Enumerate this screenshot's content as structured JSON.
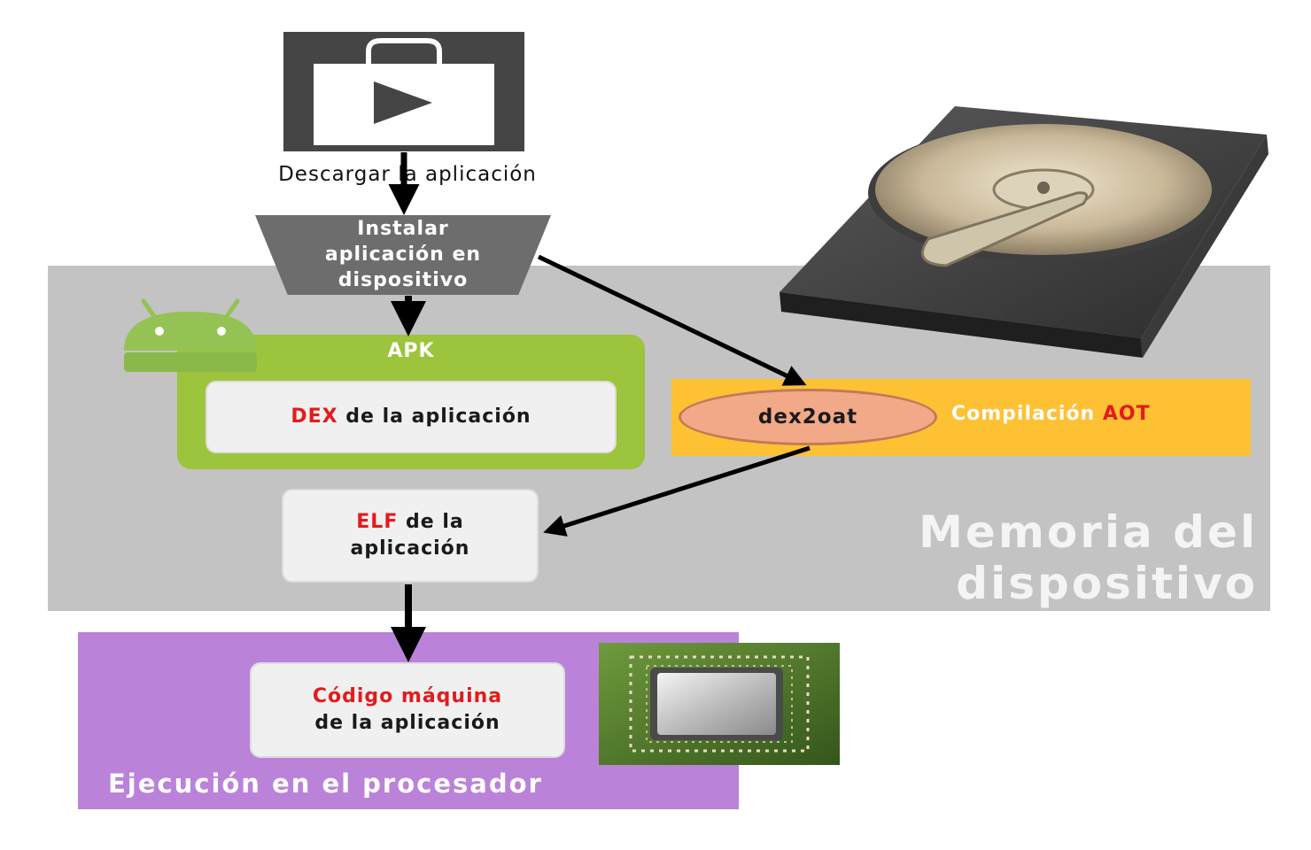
{
  "title": "",
  "nodes": {
    "download": {
      "label": "Descargar la aplicación"
    },
    "install": {
      "lines": [
        "Instalar",
        "aplicación en",
        "dispositivo"
      ]
    },
    "apk": {
      "title": "APK"
    },
    "dex": {
      "highlight": "DEX",
      "rest": " de la aplicación"
    },
    "dex2oat": {
      "label": "dex2oat"
    },
    "aot": {
      "text": "Compilación ",
      "highlight": "AOT"
    },
    "elf": {
      "highlight": "ELF",
      "rest_line1": " de la",
      "line2": "aplicación"
    },
    "code": {
      "highlight": "Código máquina",
      "line2": "de la aplicación"
    }
  },
  "regions": {
    "memory": {
      "lines": [
        "Memoria del",
        "dispositivo"
      ]
    },
    "cpu": {
      "label": "Ejecución en el procesador"
    }
  },
  "icons": [
    "play-store-icon",
    "android-icon",
    "hard-drive-icon",
    "processor-chip-icon"
  ],
  "colors": {
    "memory": "#c3c3c3",
    "apk": "#9cc43c",
    "aot": "#ffc134",
    "dex2oat": "#f2a988",
    "cpu": "#bb82d9",
    "highlight": "#e31b1b",
    "install": "#6d6d6d"
  }
}
